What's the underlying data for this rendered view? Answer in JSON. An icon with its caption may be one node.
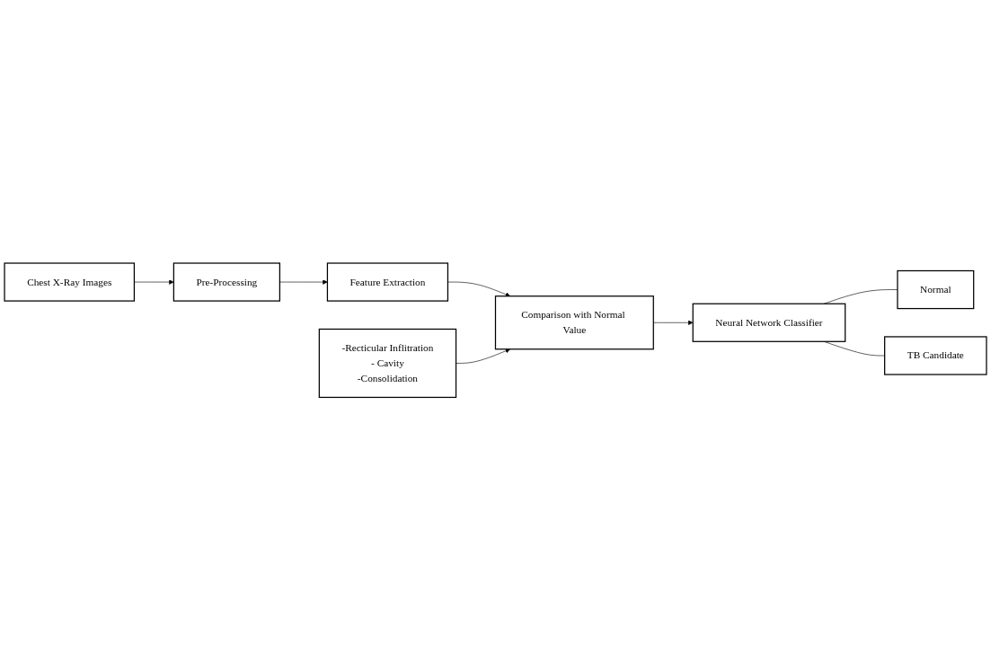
{
  "diagram": {
    "nodes": [
      {
        "text": [
          "Chest X-Ray Images"
        ]
      },
      {
        "text": [
          "Pre-Processing"
        ]
      },
      {
        "text": [
          "Feature Extraction"
        ]
      },
      {
        "text": [
          "Normal"
        ]
      },
      {
        "text": [
          "Neural Network Classifier"
        ]
      },
      {
        "text": [
          "Comparison with Normal Value"
        ]
      },
      {
        "text": [
          "TB Candidate"
        ]
      },
      {
        "text": [
          "-Recticular Inflitration",
          "- Cavity",
          "-Consolidation"
        ]
      }
    ],
    "edges": [
      {
        "from": 0,
        "to": 1,
        "arrow": "to"
      },
      {
        "from": 1,
        "to": 2,
        "arrow": "to"
      },
      {
        "from": 2,
        "to": 5,
        "arrow": "to"
      },
      {
        "from": 5,
        "to": 4,
        "arrow": "to"
      },
      {
        "from": 7,
        "to": 5,
        "arrow": "to"
      },
      {
        "from": 4,
        "to": 3,
        "arrow": "none"
      },
      {
        "from": 4,
        "to": 6,
        "arrow": "none"
      }
    ]
  }
}
